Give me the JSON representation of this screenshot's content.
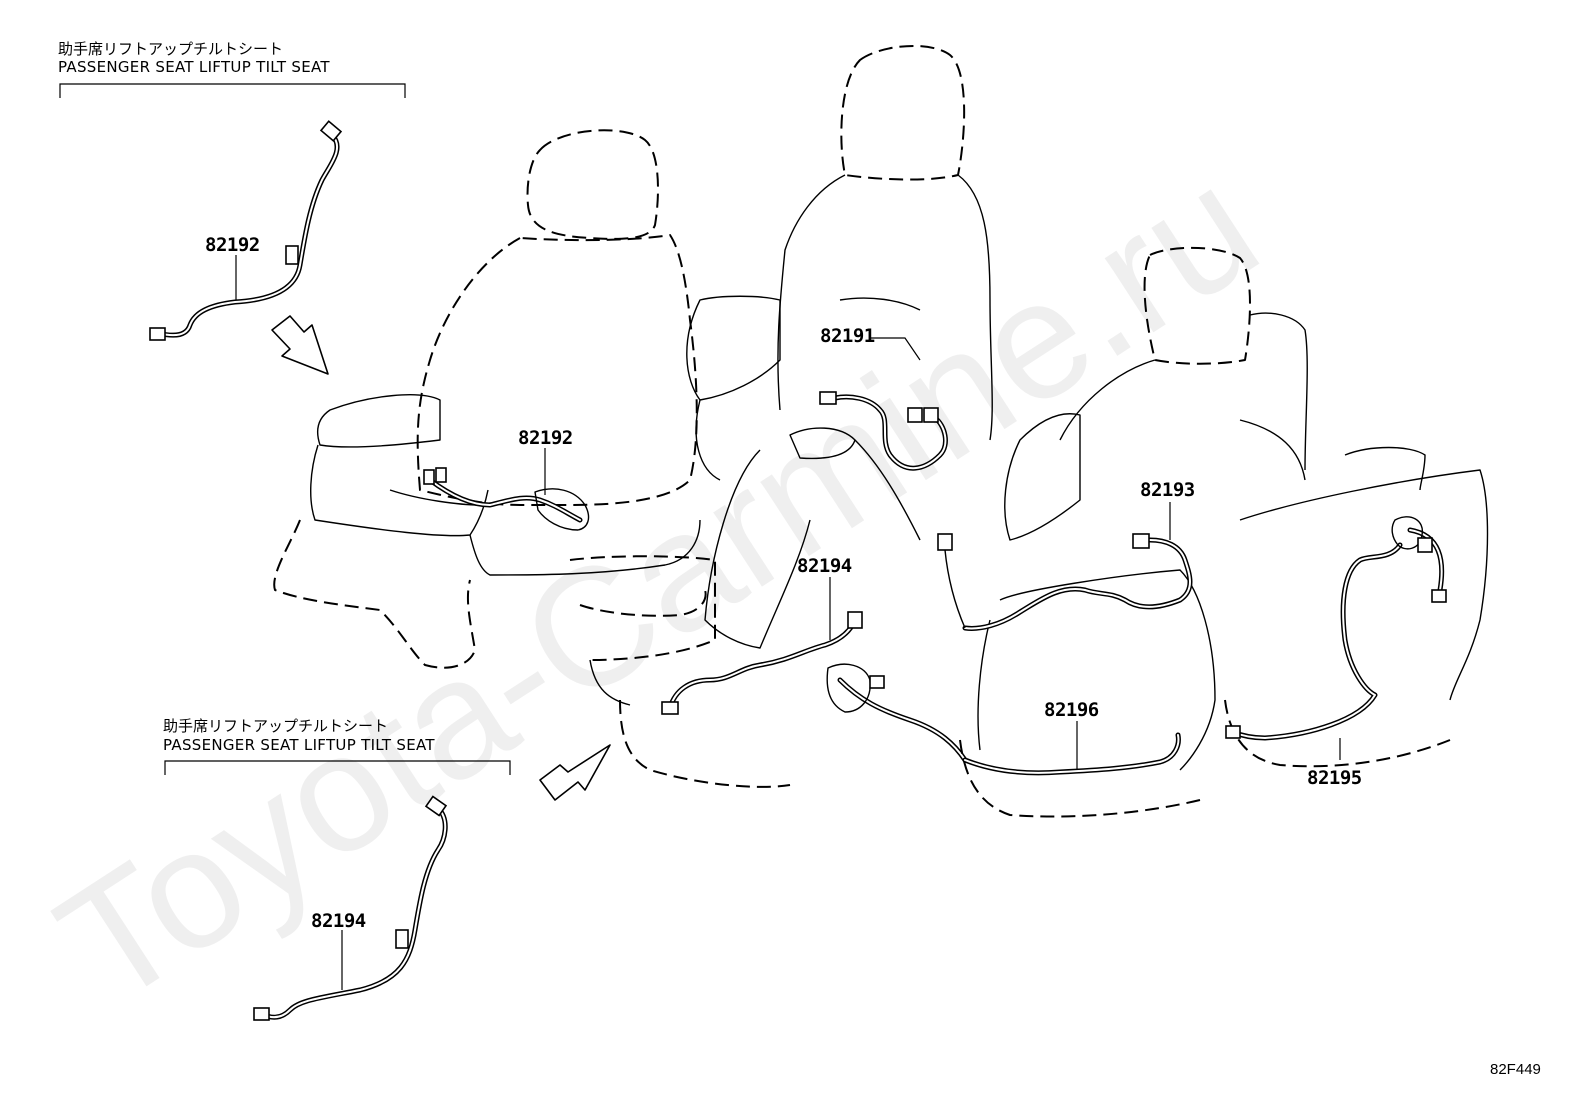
{
  "headings": {
    "top_jp": "助手席リフトアップチルトシート",
    "top_en": "PASSENGER SEAT LIFTUP TILT SEAT",
    "bottom_jp": "助手席リフトアップチルトシート",
    "bottom_en": "PASSENGER SEAT LIFTUP TILT SEAT"
  },
  "part_numbers": {
    "p82192_detail": "82192",
    "p82192_seat": "82192",
    "p82191": "82191",
    "p82193": "82193",
    "p82194_seat": "82194",
    "p82194_detail": "82194",
    "p82196": "82196",
    "p82195": "82195"
  },
  "watermark": "Toyota-Carmine.ru",
  "illustration_code": "82F449"
}
